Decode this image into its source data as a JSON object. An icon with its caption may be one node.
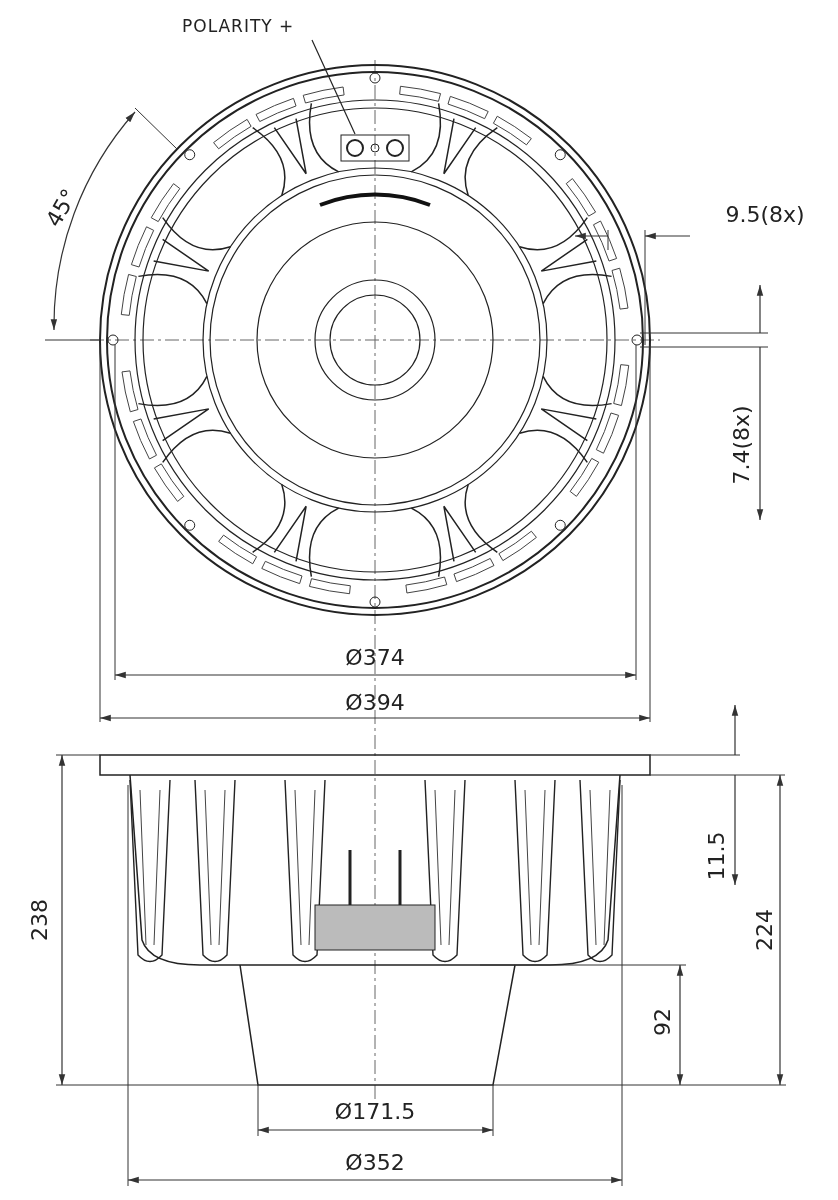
{
  "diagram": {
    "nodes": [
      {
        "text": [
          "POLARITY +"
        ]
      },
      {
        "text": [],
        "shape": "picture"
      }
    ],
    "edges": [
      {
        "from": 0,
        "to": 1,
        "arrow": "none"
      }
    ],
    "labels": [
      "45°",
      "9.5(8x)",
      "7.4(8x)",
      "Ø374",
      "Ø394",
      "11.5",
      "238",
      "224",
      "92",
      "Ø171.5",
      "Ø352"
    ]
  }
}
